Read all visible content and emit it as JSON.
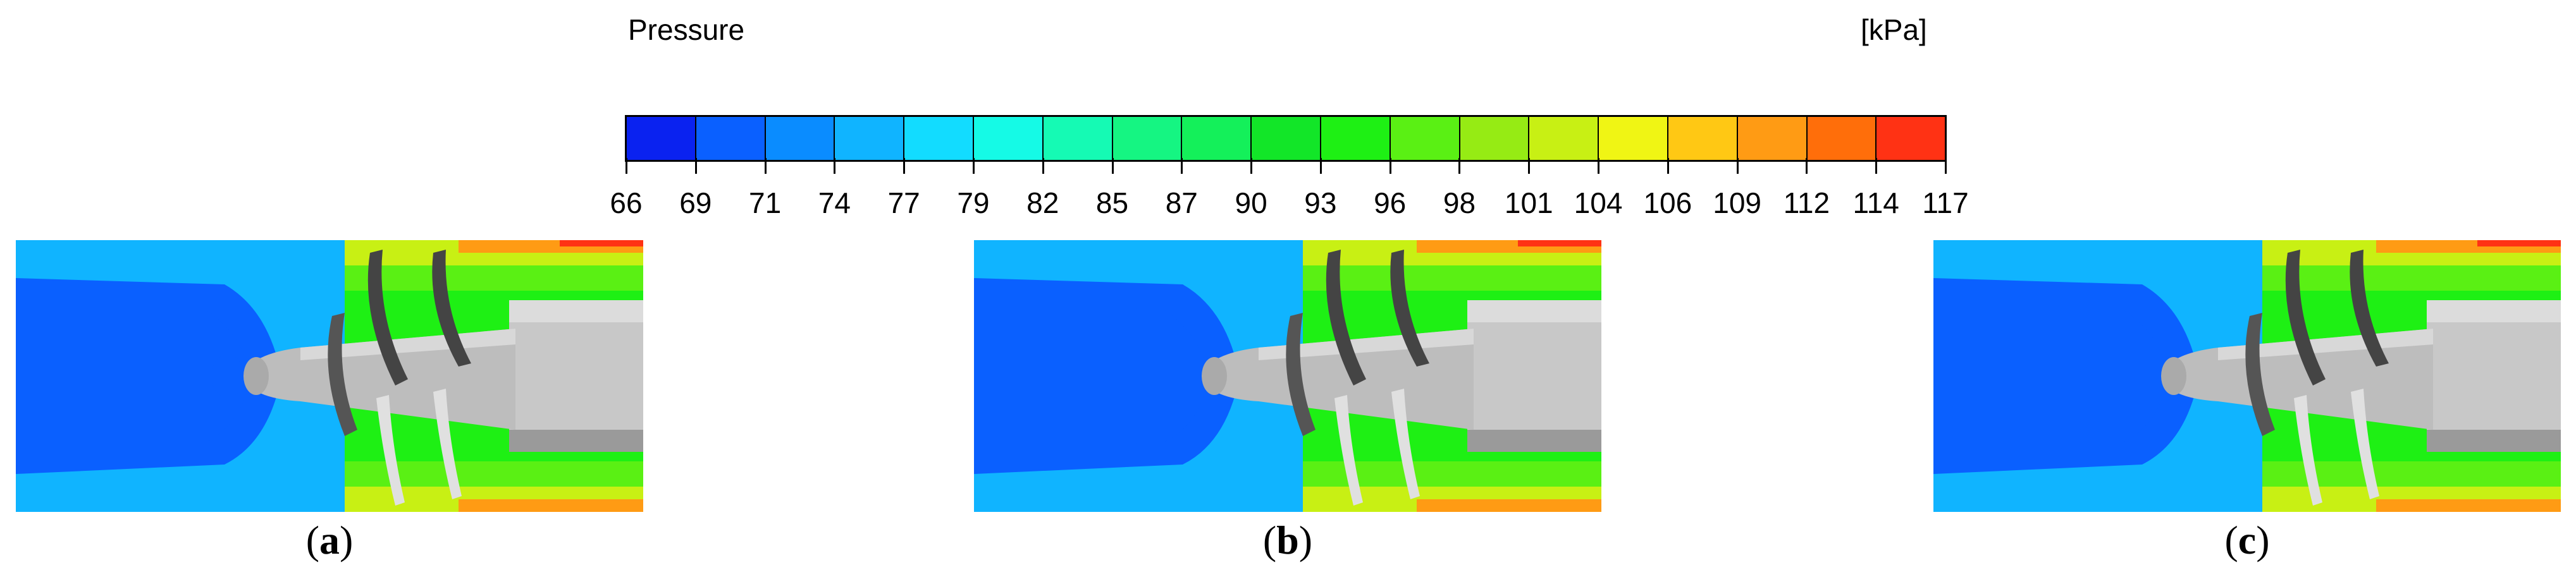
{
  "legend": {
    "title": "Pressure",
    "unit": "[kPa]",
    "tick_labels": [
      "66",
      "69",
      "71",
      "74",
      "77",
      "79",
      "82",
      "85",
      "87",
      "90",
      "93",
      "96",
      "98",
      "101",
      "104",
      "106",
      "109",
      "112",
      "114",
      "117"
    ],
    "colors": [
      "#0a22f0",
      "#0a60ff",
      "#0a8cff",
      "#10b4ff",
      "#12dcff",
      "#15fae6",
      "#15fab4",
      "#15f582",
      "#14f05a",
      "#12e628",
      "#1ef014",
      "#5af014",
      "#96eb14",
      "#c8f014",
      "#f0f514",
      "#ffc814",
      "#ff9b14",
      "#ff6e0a",
      "#ff3214"
    ]
  },
  "panels": [
    {
      "prefix": "(",
      "label": "a",
      "suffix": ")"
    },
    {
      "prefix": "(",
      "label": "b",
      "suffix": ")"
    },
    {
      "prefix": "(",
      "label": "c",
      "suffix": ")"
    }
  ]
}
